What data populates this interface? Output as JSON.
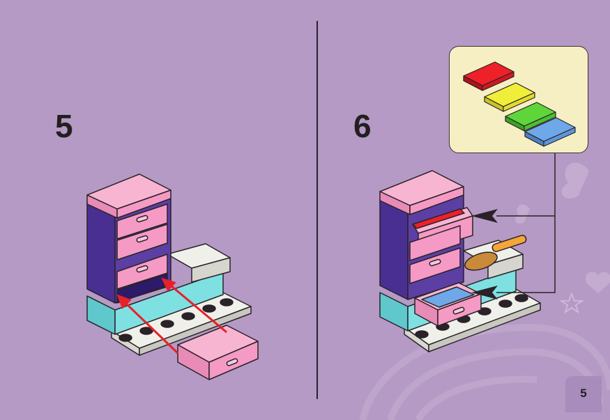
{
  "steps": [
    {
      "number": "5"
    },
    {
      "number": "6"
    }
  ],
  "page_number": "5",
  "colors": {
    "background": "#b49ac4",
    "cabinet_purple": "#5b3fa3",
    "drawer_pink": "#f59ac4",
    "base_teal": "#6fd3d6",
    "plate_white": "#f0f0ea",
    "arrow_red": "#e8202a",
    "callout_bg": "#f7efc4",
    "tile_red": "#ee2028",
    "tile_yellow": "#f1ee3a",
    "tile_green": "#5ed63a",
    "tile_blue": "#6ea8e8",
    "brush_orange": "#f5a53a"
  },
  "icons": [
    "butterfly-decoration",
    "heart-decoration",
    "star-decoration",
    "hairbrush-icon",
    "arrow-icon"
  ]
}
